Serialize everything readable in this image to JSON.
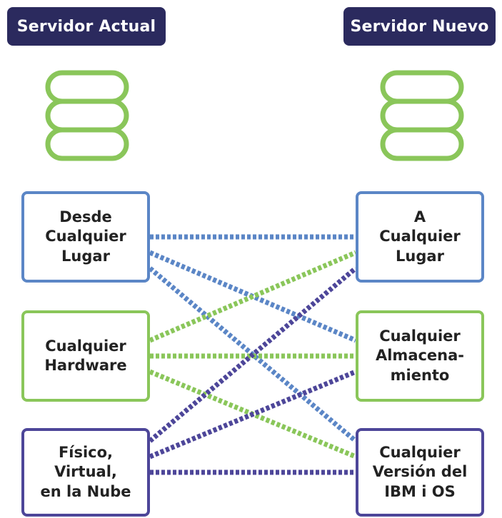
{
  "colors": {
    "navy": "#2b2a5e",
    "blue": "#5b86c6",
    "green": "#8ac65a",
    "purple": "#4d4699"
  },
  "headers": {
    "current": "Servidor Actual",
    "new": "Servidor Nuevo"
  },
  "icons": {
    "current": "database-icon",
    "new": "database-icon"
  },
  "left_boxes": [
    {
      "label": "Desde\nCualquier\nLugar",
      "color": "blue"
    },
    {
      "label": "Cualquier\nHardware",
      "color": "green"
    },
    {
      "label": "Físico,\nVirtual,\nen la Nube",
      "color": "purple"
    }
  ],
  "right_boxes": [
    {
      "label": "A\nCualquier\nLugar",
      "color": "blue"
    },
    {
      "label": "Cualquier\nAlmacena-\nmiento",
      "color": "green"
    },
    {
      "label": "Cualquier\nVersión del\nIBM i OS",
      "color": "purple"
    }
  ],
  "connections": [
    {
      "from": 0,
      "to": 0,
      "color": "blue"
    },
    {
      "from": 0,
      "to": 1,
      "color": "blue"
    },
    {
      "from": 0,
      "to": 2,
      "color": "blue"
    },
    {
      "from": 1,
      "to": 0,
      "color": "green"
    },
    {
      "from": 1,
      "to": 1,
      "color": "green"
    },
    {
      "from": 1,
      "to": 2,
      "color": "green"
    },
    {
      "from": 2,
      "to": 0,
      "color": "purple"
    },
    {
      "from": 2,
      "to": 1,
      "color": "purple"
    },
    {
      "from": 2,
      "to": 2,
      "color": "purple"
    }
  ]
}
